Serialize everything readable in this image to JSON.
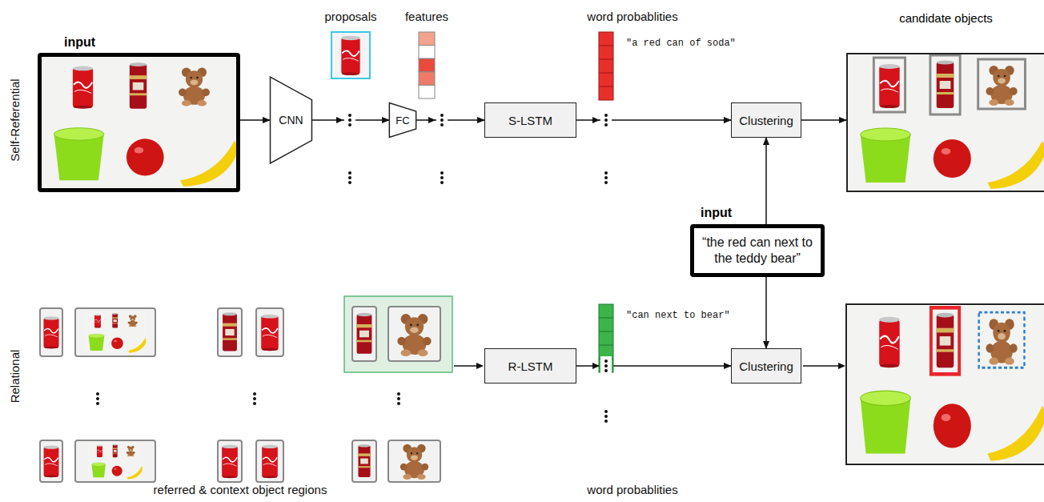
{
  "diagram": {
    "nodes": [
      {
        "text": [
          "input"
        ]
      },
      {
        "text": [
          "CNN"
        ]
      },
      {
        "text": [
          "FC"
        ]
      },
      {
        "text": [
          "S-LSTM"
        ]
      },
      {
        "text": [
          "Clustering"
        ]
      },
      {
        "text": [
          "candidate objects"
        ]
      },
      {
        "text": [
          "input",
          "“the red can next to the teddy bear”"
        ]
      },
      {
        "text": [
          "R-LSTM"
        ]
      },
      {
        "text": [
          "Clustering"
        ]
      }
    ],
    "edges": [
      {
        "from": 0,
        "to": 1,
        "arrow": "to"
      },
      {
        "from": 1,
        "to": 2,
        "arrow": "to"
      },
      {
        "from": 2,
        "to": 3,
        "arrow": "to"
      },
      {
        "from": 3,
        "to": 4,
        "arrow": "to"
      },
      {
        "from": 4,
        "to": 5,
        "arrow": "to"
      },
      {
        "from": 6,
        "to": 4,
        "arrow": "to"
      },
      {
        "from": 6,
        "to": 8,
        "arrow": "to"
      },
      {
        "from": 7,
        "to": 8,
        "arrow": "to"
      }
    ],
    "labels": [
      "proposals",
      "features",
      "word probablities",
      "\"a red can of soda\"",
      "Self-Referential",
      "Relational",
      "\"can next to bear\"",
      "referred & context object regions",
      "word probablities"
    ]
  }
}
